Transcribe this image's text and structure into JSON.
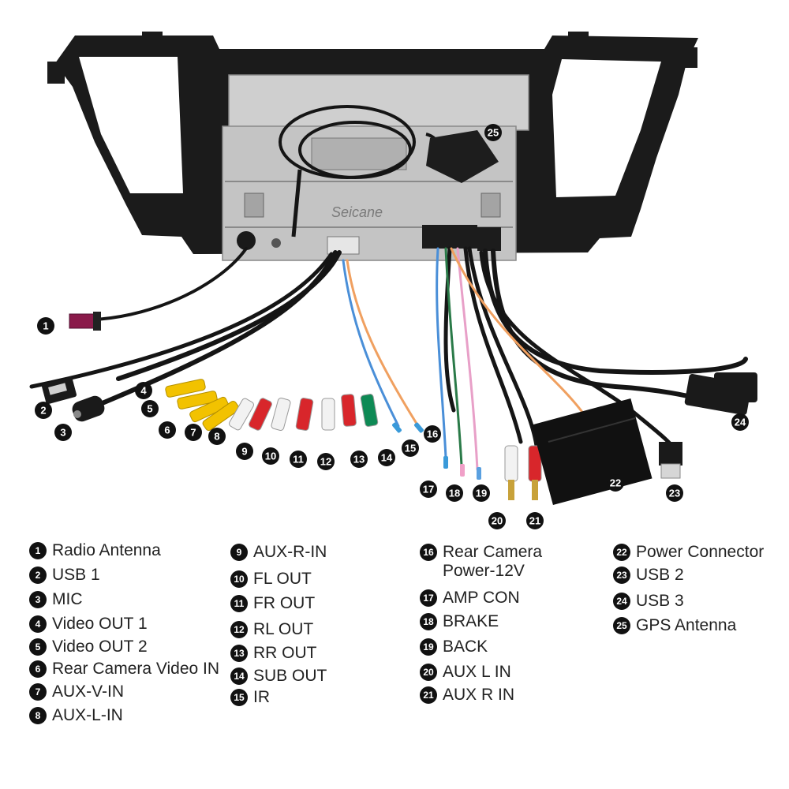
{
  "brand": "Seicane",
  "colors": {
    "badge": "#111111",
    "frame": "#1b1b1b",
    "chassis": "#c9c9c9",
    "video_yellow": "#f2c200",
    "audio_red": "#d8262b",
    "audio_white": "#f2f2f2",
    "audio_green": "#0e8a55",
    "wire_blue": "#4a8fd8",
    "wire_orange": "#f0a060",
    "wire_pink": "#e8a0c8"
  },
  "callouts": [
    {
      "number": "1"
    },
    {
      "number": "2"
    },
    {
      "number": "3"
    },
    {
      "number": "4"
    },
    {
      "number": "5"
    },
    {
      "number": "6"
    },
    {
      "number": "7"
    },
    {
      "number": "8"
    },
    {
      "number": "9"
    },
    {
      "number": "10"
    },
    {
      "number": "11"
    },
    {
      "number": "12"
    },
    {
      "number": "13"
    },
    {
      "number": "14"
    },
    {
      "number": "15"
    },
    {
      "number": "16"
    },
    {
      "number": "17"
    },
    {
      "number": "18"
    },
    {
      "number": "19"
    },
    {
      "number": "20"
    },
    {
      "number": "21"
    },
    {
      "number": "22"
    },
    {
      "number": "23"
    },
    {
      "number": "24"
    },
    {
      "number": "25"
    }
  ],
  "legend": [
    {
      "number": "1",
      "label": "Radio Antenna"
    },
    {
      "number": "2",
      "label": "USB 1"
    },
    {
      "number": "3",
      "label": "MIC"
    },
    {
      "number": "4",
      "label": "Video OUT 1"
    },
    {
      "number": "5",
      "label": "Video OUT 2"
    },
    {
      "number": "6",
      "label": "Rear Camera Video IN"
    },
    {
      "number": "7",
      "label": "AUX-V-IN"
    },
    {
      "number": "8",
      "label": "AUX-L-IN"
    },
    {
      "number": "9",
      "label": "AUX-R-IN"
    },
    {
      "number": "10",
      "label": "FL OUT"
    },
    {
      "number": "11",
      "label": "FR OUT"
    },
    {
      "number": "12",
      "label": "RL OUT"
    },
    {
      "number": "13",
      "label": "RR OUT"
    },
    {
      "number": "14",
      "label": "SUB OUT"
    },
    {
      "number": "15",
      "label": "IR"
    },
    {
      "number": "16",
      "label": "Rear Camera\nPower-12V"
    },
    {
      "number": "17",
      "label": "AMP CON"
    },
    {
      "number": "18",
      "label": "BRAKE"
    },
    {
      "number": "19",
      "label": "BACK"
    },
    {
      "number": "20",
      "label": "AUX L IN"
    },
    {
      "number": "21",
      "label": "AUX R IN"
    },
    {
      "number": "22",
      "label": "Power Connector"
    },
    {
      "number": "23",
      "label": "USB 2"
    },
    {
      "number": "24",
      "label": "USB 3"
    },
    {
      "number": "25",
      "label": "GPS Antenna"
    }
  ]
}
